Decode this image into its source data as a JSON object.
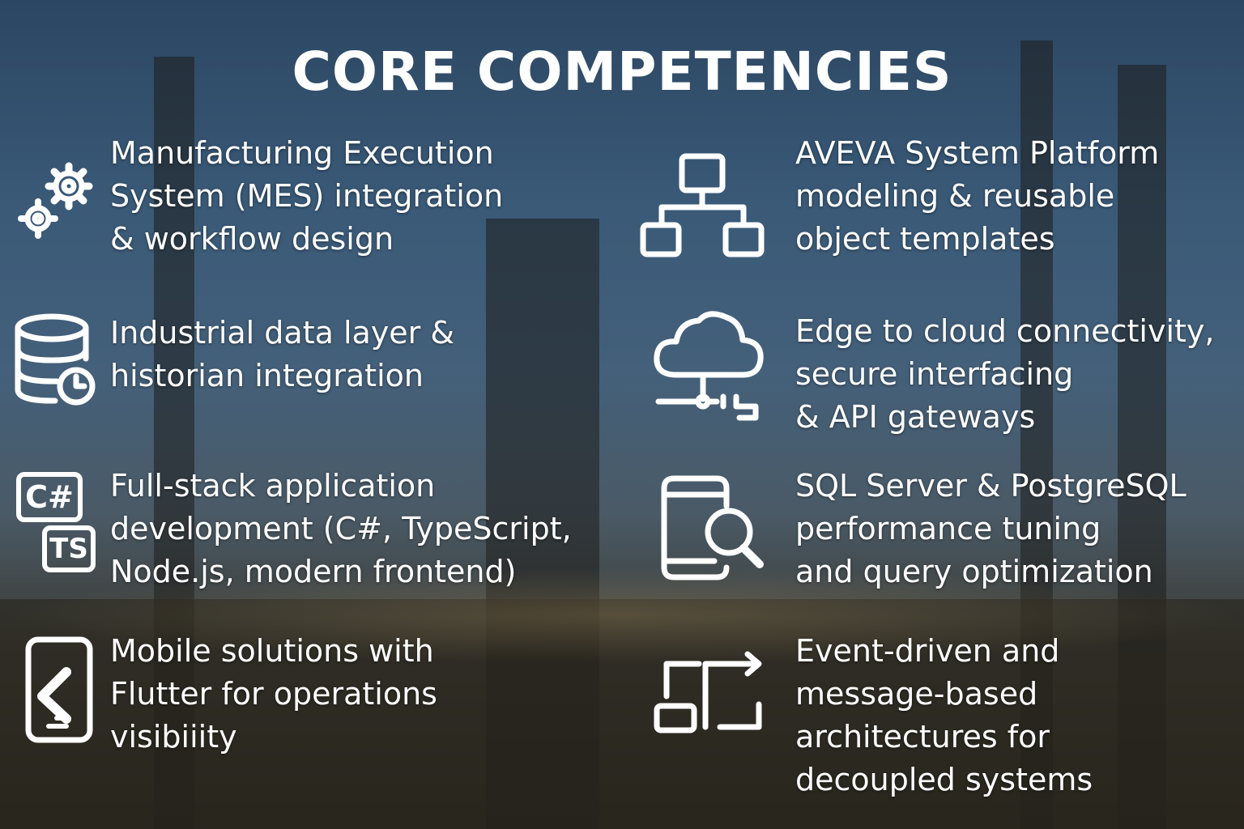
{
  "title": "CORE COMPETENCIES",
  "competencies": [
    {
      "icon": "gears-icon",
      "text": "Manufacturing Execution\nSystem (MES) integration\n& workflow design"
    },
    {
      "icon": "hierarchy-icon",
      "text": "AVEVA System Platform\nmodeling & reusable\nobject templates"
    },
    {
      "icon": "database-clock-icon",
      "text": "Industrial data layer &\nhistorian integration"
    },
    {
      "icon": "cloud-network-icon",
      "text": "Edge to cloud connectivity,\nsecure interfacing\n& API gateways"
    },
    {
      "icon": "csharp-typescript-icon",
      "text": "Full-stack application\ndevelopment (C#, TypeScript,\nNode.js, modern frontend)",
      "badges": [
        "C#",
        "TS"
      ]
    },
    {
      "icon": "phone-search-icon",
      "text": "SQL Server & PostgreSQL\nperformance tuning\nand query optimization"
    },
    {
      "icon": "flutter-phone-icon",
      "text": "Mobile solutions with\nFlutter for operations\nvisibiiity"
    },
    {
      "icon": "event-flow-icon",
      "text": "Event-driven and\nmessage-based\narchitectures for\ndecoupled systems"
    }
  ]
}
